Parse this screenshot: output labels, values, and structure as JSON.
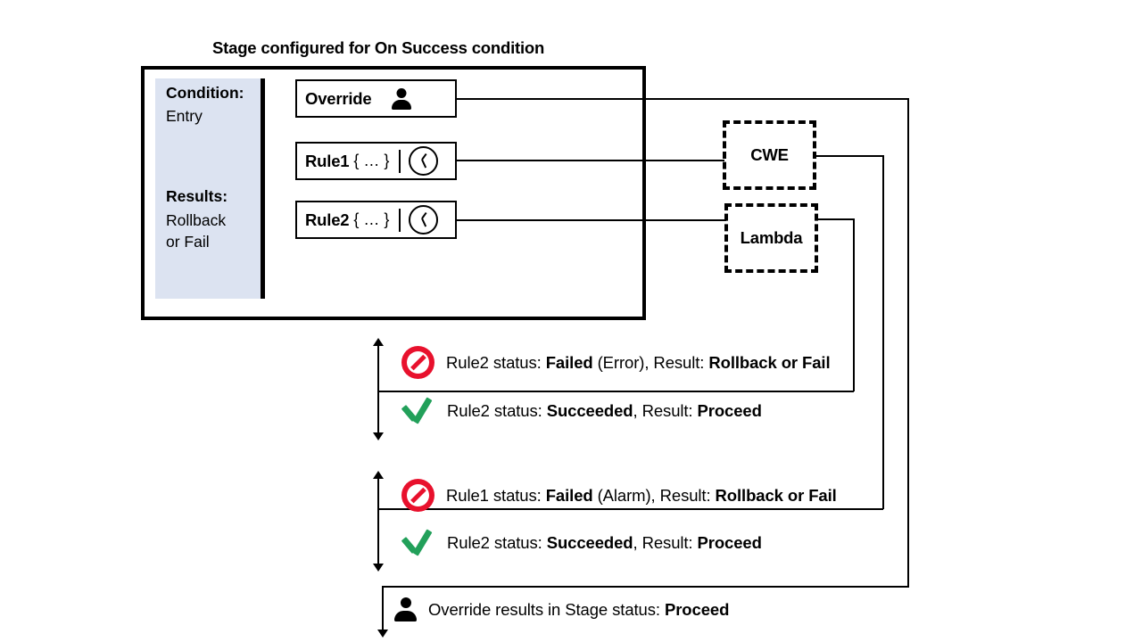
{
  "title": "Stage configured for On Success condition",
  "stage": {
    "panel": {
      "condition_label": "Condition:",
      "condition_value": "Entry",
      "results_label": "Results:",
      "results_value_line1": "Rollback",
      "results_value_line2": "or Fail"
    },
    "actions": [
      {
        "name": "Override",
        "args": "",
        "icon": "person-icon",
        "separator": false
      },
      {
        "name": "Rule1",
        "args": "{ … }",
        "icon": "clock-icon",
        "separator": true
      },
      {
        "name": "Rule2",
        "args": "{ … }",
        "icon": "clock-icon",
        "separator": true
      }
    ]
  },
  "services": [
    {
      "name": "CWE"
    },
    {
      "name": "Lambda"
    }
  ],
  "status_groups": [
    {
      "rows": [
        {
          "icon": "deny-icon",
          "prefix": "Rule2 status: ",
          "status": "Failed",
          "middle": " (Error), Result: ",
          "result": "Rollback or Fail"
        },
        {
          "icon": "check-icon",
          "prefix": "Rule2 status: ",
          "status": "Succeeded",
          "middle": ", Result: ",
          "result": "Proceed"
        }
      ]
    },
    {
      "rows": [
        {
          "icon": "deny-icon",
          "prefix": "Rule1 status: ",
          "status": "Failed",
          "middle": " (Alarm), Result: ",
          "result": "Rollback or Fail"
        },
        {
          "icon": "check-icon",
          "prefix": "Rule2 status: ",
          "status": "Succeeded",
          "middle": ", Result: ",
          "result": "Proceed"
        }
      ]
    }
  ],
  "override_outcome": {
    "icon": "person-icon",
    "prefix": "Override results in Stage status: ",
    "result": "Proceed"
  },
  "colors": {
    "panel_background": "#dce3f1",
    "deny": "#e8112d",
    "check": "#22a05a",
    "stroke": "#000000",
    "canvas": "#ffffff"
  }
}
